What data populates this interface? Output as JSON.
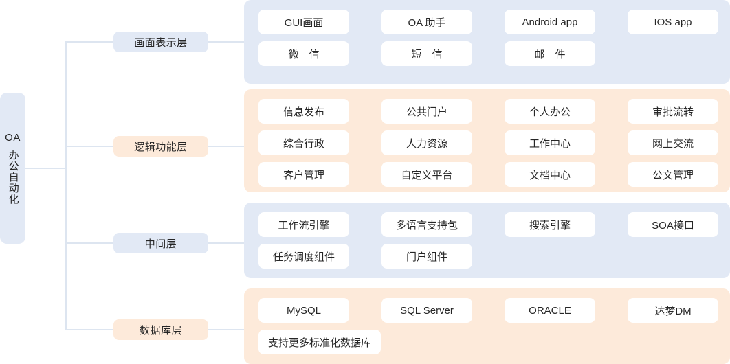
{
  "diagram": {
    "root": {
      "latin": "OA",
      "cjk": "办公自动化"
    },
    "layers": [
      {
        "label": "画面表示层",
        "tone": "blue",
        "items": [
          "GUI画面",
          "OA 助手",
          "Android app",
          "IOS app",
          "微　信",
          "短　信",
          "邮　件"
        ]
      },
      {
        "label": "逻辑功能层",
        "tone": "orange",
        "items": [
          "信息发布",
          "公共门户",
          "个人办公",
          "审批流转",
          "综合行政",
          "人力资源",
          "工作中心",
          "网上交流",
          "客户管理",
          "自定义平台",
          "文档中心",
          "公文管理"
        ]
      },
      {
        "label": "中间层",
        "tone": "blue",
        "items": [
          "工作流引擎",
          "多语言支持包",
          "搜索引擎",
          "SOA接口",
          "任务调度组件",
          "门户组件"
        ]
      },
      {
        "label": "数据库层",
        "tone": "orange",
        "items": [
          "MySQL",
          "SQL Server",
          "ORACLE",
          "达梦DM",
          "支持更多标准化数据库"
        ]
      }
    ],
    "colors": {
      "blue_fill": "#e2e9f5",
      "orange_fill": "#fdeada",
      "item_fill": "#ffffff",
      "line": "#dde5f0",
      "text": "#262626"
    }
  }
}
